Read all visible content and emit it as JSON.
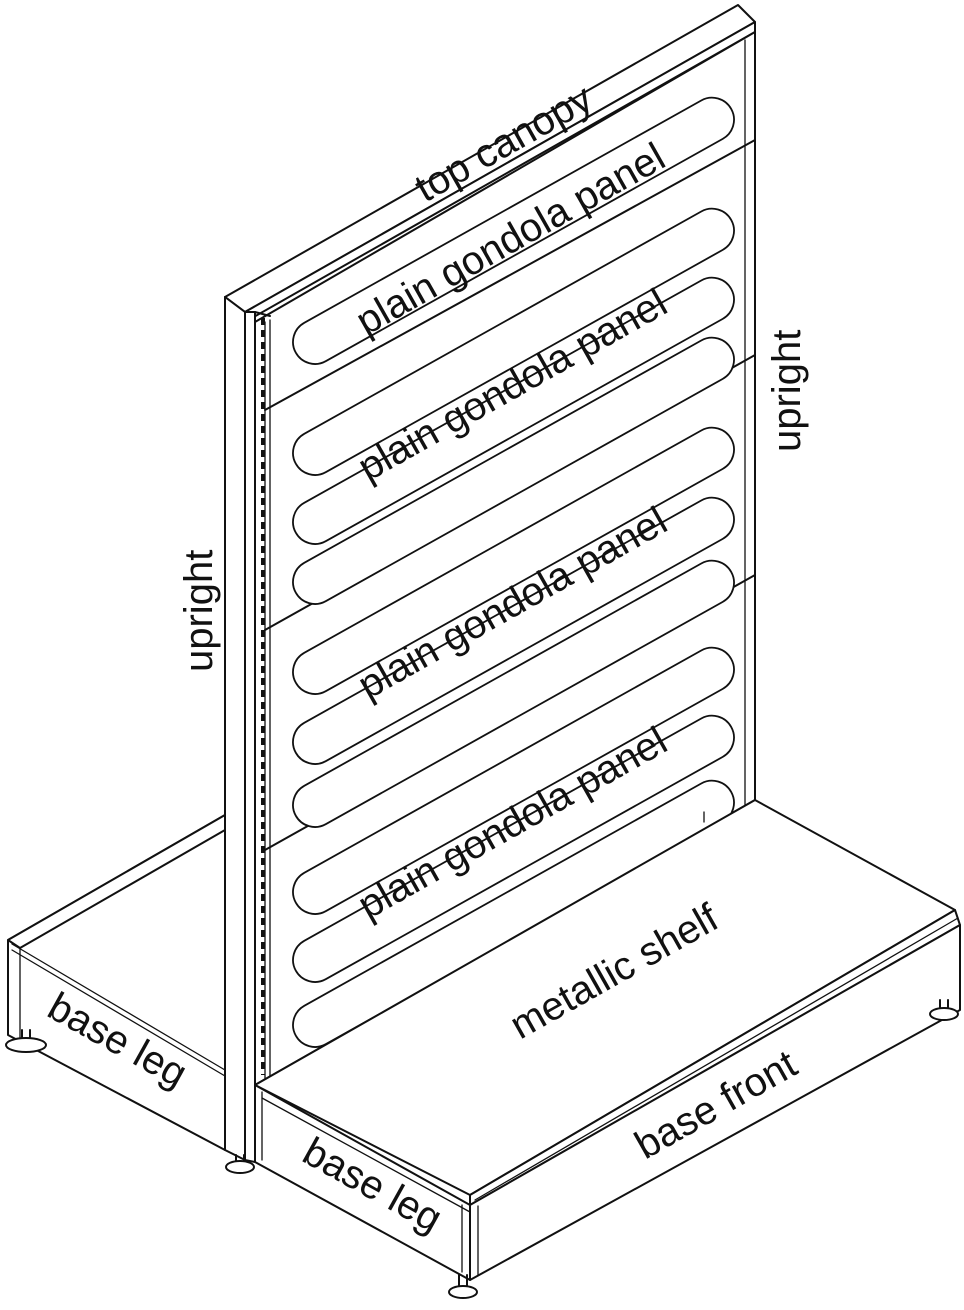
{
  "labels": {
    "top_canopy": "top canopy",
    "panel_1": "plain gondola panel",
    "panel_2": "plain gondola panel",
    "panel_3": "plain gondola panel",
    "panel_4": "plain gondola panel",
    "upright_right": "upright",
    "upright_left": "upright",
    "metallic_shelf": "metallic shelf",
    "base_leg_left": "base leg",
    "base_leg_front": "base leg",
    "base_front": "base front"
  }
}
